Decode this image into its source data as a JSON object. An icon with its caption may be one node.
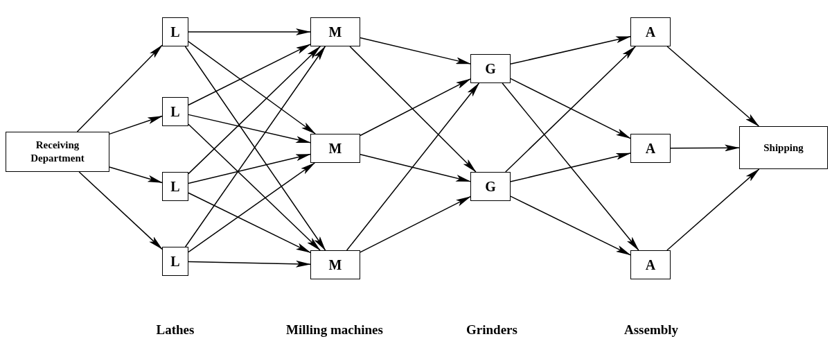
{
  "diagram": {
    "nodes": [
      {
        "text": [
          "Receiving Department"
        ]
      },
      {
        "text": [
          "L"
        ]
      },
      {
        "text": [
          "L"
        ]
      },
      {
        "text": [
          "L"
        ]
      },
      {
        "text": [
          "L"
        ]
      },
      {
        "text": [
          "M"
        ]
      },
      {
        "text": [
          "M"
        ]
      },
      {
        "text": [
          "M"
        ]
      },
      {
        "text": [
          "G"
        ]
      },
      {
        "text": [
          "G"
        ]
      },
      {
        "text": [
          "A"
        ]
      },
      {
        "text": [
          "A"
        ]
      },
      {
        "text": [
          "A"
        ]
      },
      {
        "text": [
          "Shipping"
        ]
      }
    ],
    "edges": [
      {
        "from": 0,
        "to": 1,
        "arrow": "to"
      },
      {
        "from": 0,
        "to": 2,
        "arrow": "to"
      },
      {
        "from": 0,
        "to": 3,
        "arrow": "to"
      },
      {
        "from": 0,
        "to": 4,
        "arrow": "to"
      },
      {
        "from": 1,
        "to": 5,
        "arrow": "to"
      },
      {
        "from": 1,
        "to": 6,
        "arrow": "to"
      },
      {
        "from": 1,
        "to": 7,
        "arrow": "to"
      },
      {
        "from": 2,
        "to": 5,
        "arrow": "to"
      },
      {
        "from": 2,
        "to": 6,
        "arrow": "to"
      },
      {
        "from": 2,
        "to": 7,
        "arrow": "to"
      },
      {
        "from": 3,
        "to": 5,
        "arrow": "to"
      },
      {
        "from": 3,
        "to": 6,
        "arrow": "to"
      },
      {
        "from": 3,
        "to": 7,
        "arrow": "to"
      },
      {
        "from": 4,
        "to": 5,
        "arrow": "to"
      },
      {
        "from": 4,
        "to": 6,
        "arrow": "to"
      },
      {
        "from": 4,
        "to": 7,
        "arrow": "to"
      },
      {
        "from": 5,
        "to": 8,
        "arrow": "to"
      },
      {
        "from": 5,
        "to": 9,
        "arrow": "to"
      },
      {
        "from": 6,
        "to": 8,
        "arrow": "to"
      },
      {
        "from": 6,
        "to": 9,
        "arrow": "to"
      },
      {
        "from": 7,
        "to": 8,
        "arrow": "to"
      },
      {
        "from": 7,
        "to": 9,
        "arrow": "to"
      },
      {
        "from": 8,
        "to": 10,
        "arrow": "to"
      },
      {
        "from": 8,
        "to": 11,
        "arrow": "to"
      },
      {
        "from": 8,
        "to": 12,
        "arrow": "to"
      },
      {
        "from": 9,
        "to": 10,
        "arrow": "to"
      },
      {
        "from": 9,
        "to": 11,
        "arrow": "to"
      },
      {
        "from": 9,
        "to": 12,
        "arrow": "to"
      },
      {
        "from": 10,
        "to": 13,
        "arrow": "to"
      },
      {
        "from": 11,
        "to": 13,
        "arrow": "to"
      },
      {
        "from": 12,
        "to": 13,
        "arrow": "to"
      }
    ],
    "labels": [
      "Lathes",
      "Milling machines",
      "Grinders",
      "Assembly"
    ]
  }
}
